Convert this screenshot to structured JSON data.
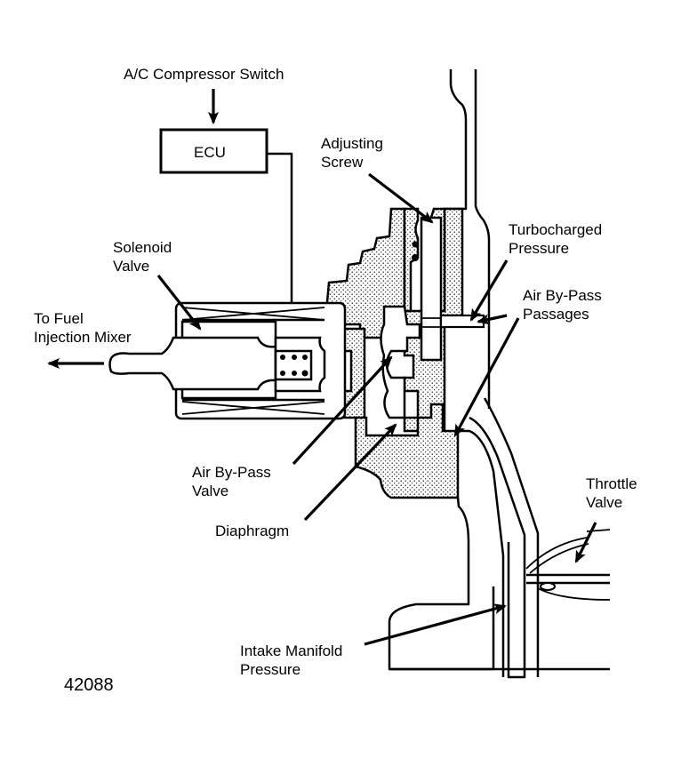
{
  "figure_id": "42088",
  "colors": {
    "ink": "#000000",
    "background": "#ffffff"
  },
  "labels": {
    "ac_switch": "A/C Compressor Switch",
    "ecu": "ECU",
    "adjusting_screw": [
      "Adjusting",
      "Screw"
    ],
    "turbocharged_pressure": [
      "Turbocharged",
      "Pressure"
    ],
    "solenoid_valve": [
      "Solenoid",
      "Valve"
    ],
    "air_bypass_passages": [
      "Air By-Pass",
      "Passages"
    ],
    "to_fuel_injection_mixer": [
      "To Fuel",
      "Injection Mixer"
    ],
    "air_bypass_valve": [
      "Air By-Pass",
      "Valve"
    ],
    "diaphragm": "Diaphragm",
    "throttle_valve": [
      "Throttle",
      "Valve"
    ],
    "intake_manifold_pressure": [
      "Intake Manifold",
      "Pressure"
    ]
  }
}
